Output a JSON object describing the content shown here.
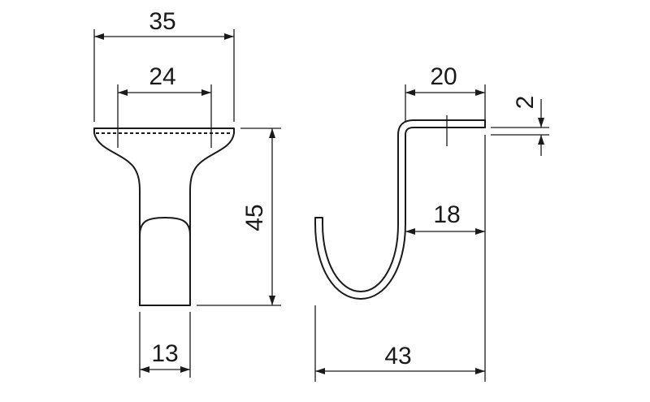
{
  "front_view": {
    "overall_width": "35",
    "screw_spacing": "24",
    "height": "45",
    "arm_width": "13"
  },
  "side_view": {
    "top_length": "20",
    "thickness": "2",
    "hook_reach": "18",
    "overall_depth": "43"
  }
}
